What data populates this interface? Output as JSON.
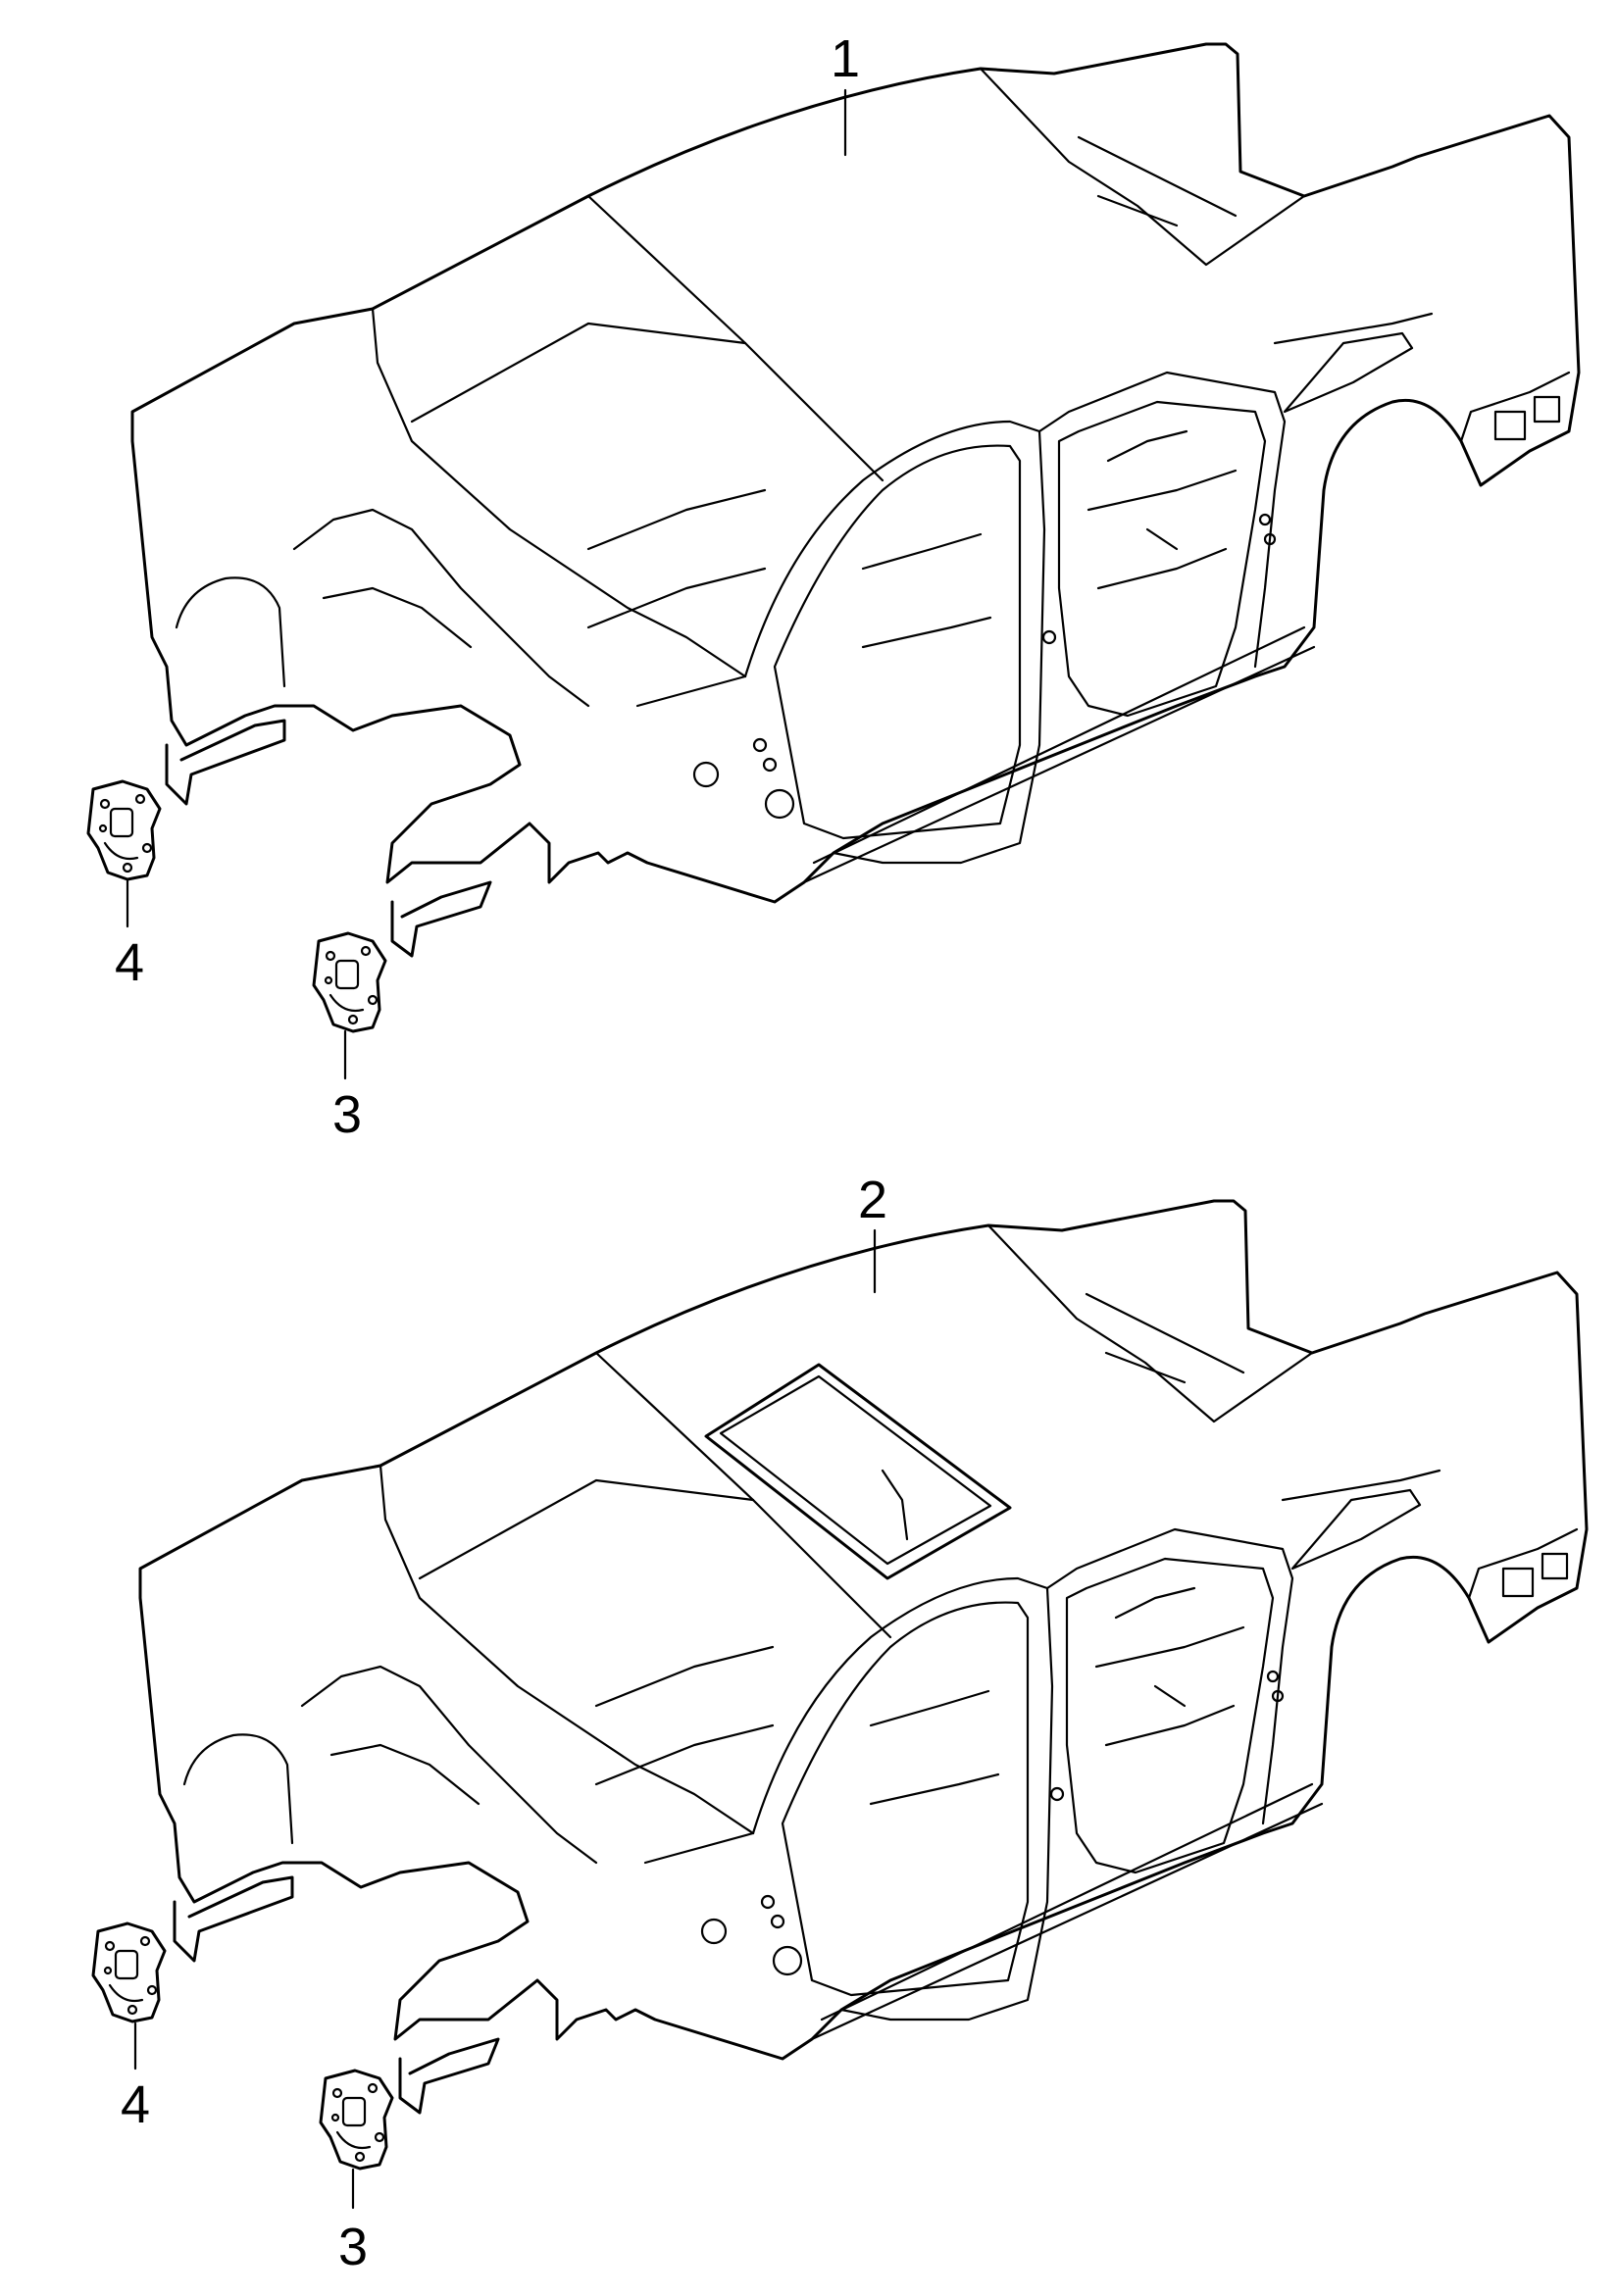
{
  "diagram": {
    "views": [
      {
        "body_callout": "1",
        "has_sunroof": false,
        "parts": [
          {
            "callout": "4"
          },
          {
            "callout": "3"
          }
        ]
      },
      {
        "body_callout": "2",
        "has_sunroof": true,
        "parts": [
          {
            "callout": "4"
          },
          {
            "callout": "3"
          }
        ]
      }
    ]
  }
}
